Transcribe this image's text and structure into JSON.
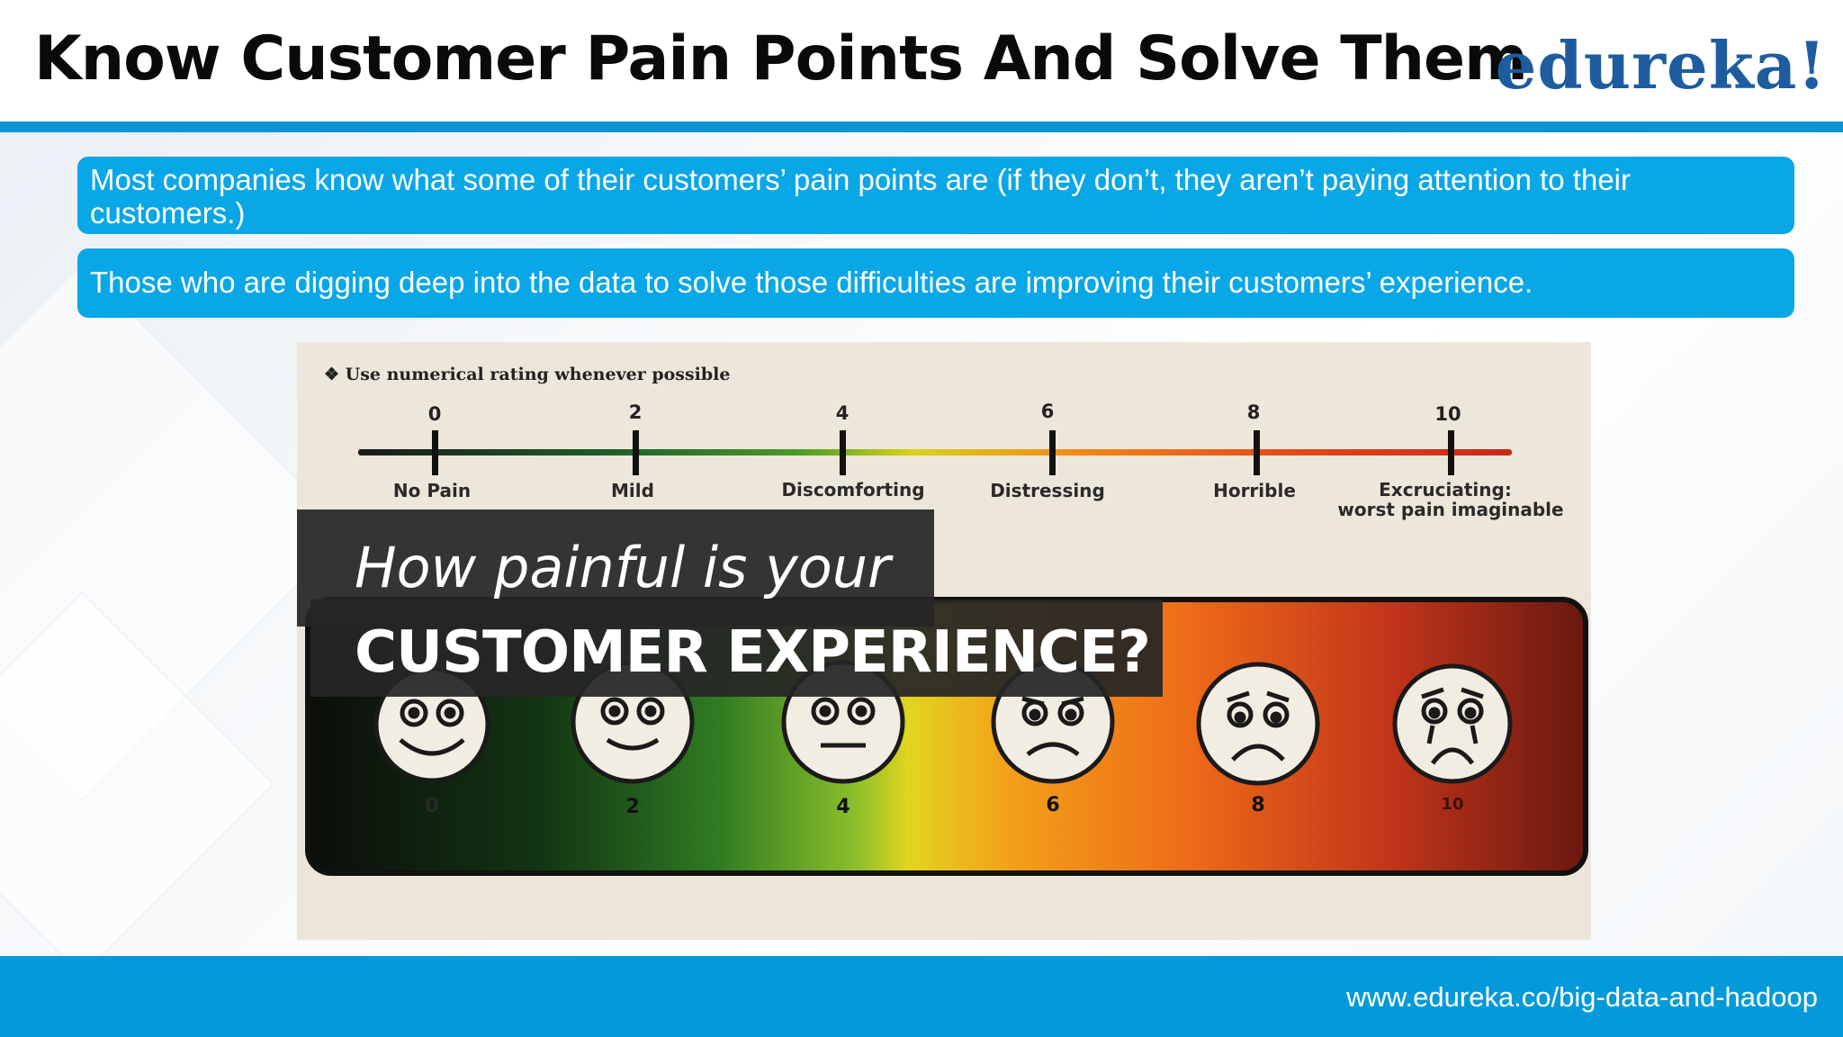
{
  "slide": {
    "title": "Know Customer Pain Points And Solve Them",
    "logo": "edureka!",
    "bullets": [
      "Most companies know what some of their customers’ pain points are (if they don’t, they aren’t paying attention to their customers.)",
      "Those who are digging deep into the data to solve those difficulties are improving their customers’ experience."
    ],
    "footer_url": "www.edureka.co/big-data-and-hadoop"
  },
  "image": {
    "instruction": "❖ Use numerical rating whenever possible",
    "scale": [
      {
        "value": "0",
        "label": "No Pain",
        "label2": ""
      },
      {
        "value": "2",
        "label": "Mild",
        "label2": ""
      },
      {
        "value": "4",
        "label": "Discomforting",
        "label2": ""
      },
      {
        "value": "6",
        "label": "Distressing",
        "label2": ""
      },
      {
        "value": "8",
        "label": "Horrible",
        "label2": ""
      },
      {
        "value": "10",
        "label": "Excruciating:",
        "label2": "worst pain imaginable"
      }
    ],
    "headline_line1": "How painful is your",
    "headline_line2": "CUSTOMER EXPERIENCE?",
    "face_numbers": [
      "0",
      "2",
      "4",
      "6",
      "8",
      "10"
    ]
  },
  "colors": {
    "accent_blue": "#0aa7e6",
    "rule_blue": "#0a95d4",
    "footer_blue": "#049ad9",
    "logo_blue": "#1e5ca0"
  }
}
